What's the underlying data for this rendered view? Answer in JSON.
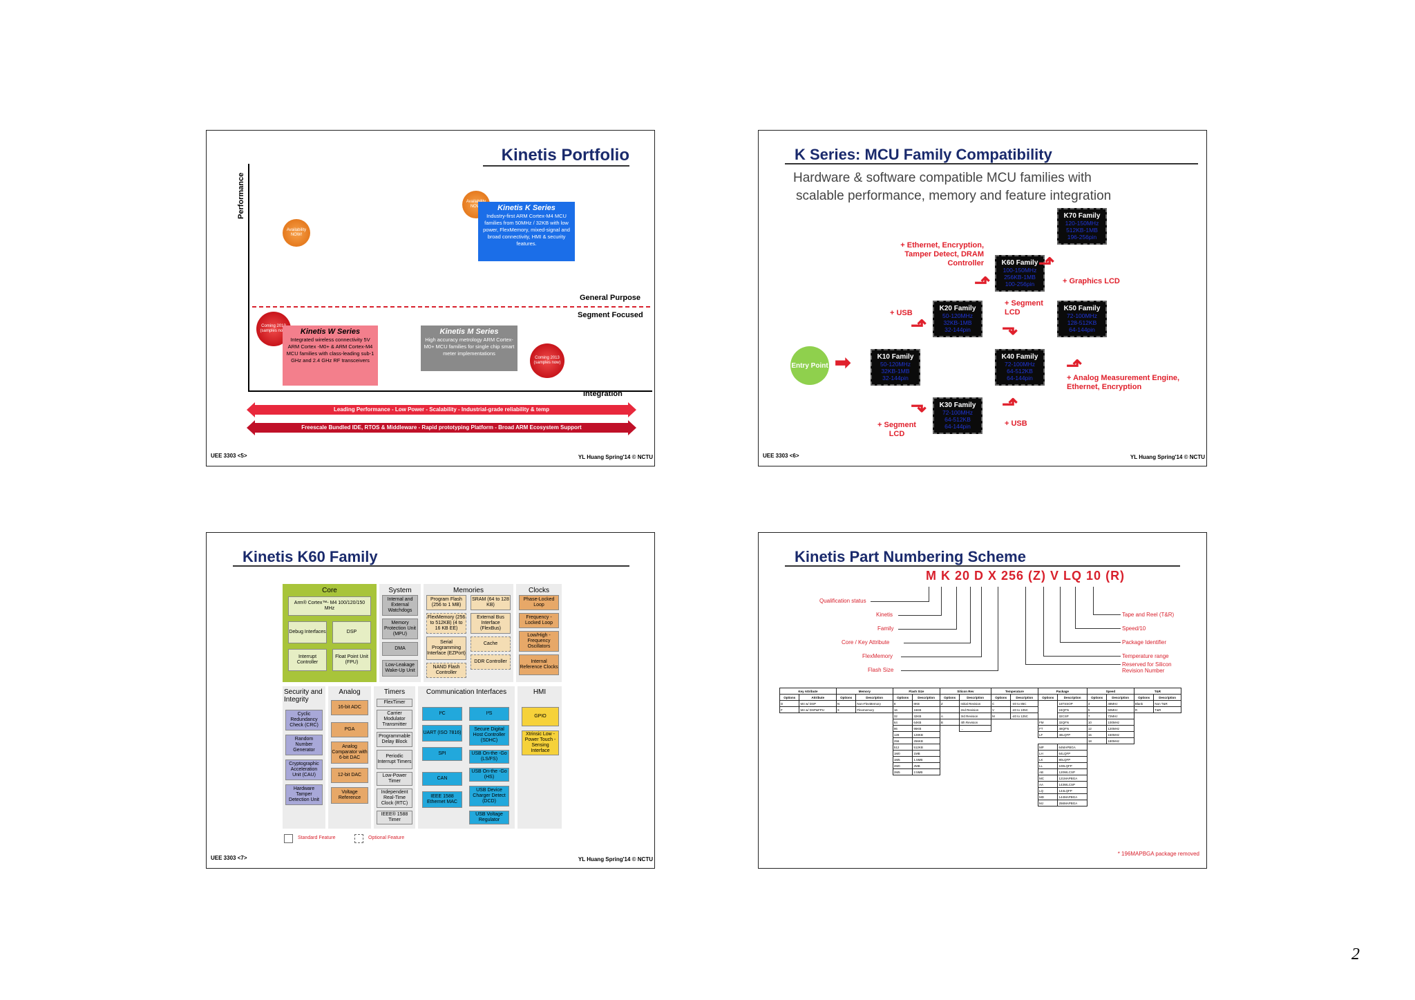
{
  "page_number": "2",
  "slide1": {
    "title": "Kinetis Portfolio",
    "y_axis": "Performance",
    "x_axis": "Integration",
    "general_purpose": "General Purpose",
    "segment_focused": "Segment Focused",
    "burst_avail_1": "Availability NOW!",
    "burst_avail_2": "Availability NOW!",
    "burst_coming_1": "Coming 2013 (samples now)",
    "burst_coming_2": "Coming 2013 (samples now)",
    "k_series_title": "Kinetis K Series",
    "k_series_text": "Industry-first ARM Cortex-M4 MCU families from 50MHz / 32KB with low power, FlexMemory, mixed-signal and broad connectivity, HMI & security features.",
    "w_series_title": "Kinetis W Series",
    "w_series_text": "Integrated wireless connectivity 5V ARM Cortex -M0+ & ARM Cortex-M4 MCU families with class-leading sub-1 GHz and 2.4 GHz RF transceivers",
    "m_series_title": "Kinetis M Series",
    "m_series_text": "High accuracy metrology ARM Cortex-M0+ MCU families for single chip smart meter implementations",
    "bar1": "Leading Performance - Low Power - Scalability - Industrial-grade reliability & temp",
    "bar2": "Freescale Bundled IDE, RTOS & Middleware - Rapid prototyping Platform - Broad ARM Ecosystem Support",
    "footer_left": "UEE 3303 <5>",
    "footer_right": "YL Huang Spring'14 © NCTU"
  },
  "slide2": {
    "title": "K Series: MCU Family Compatibility",
    "subtitle1": "Hardware & software compatible MCU families with",
    "subtitle2": "scalable performance, memory and feature integration",
    "entry": "Entry Point",
    "chips": {
      "k70": {
        "name": "K70 Family",
        "l1": "120-150MHz",
        "l2": "512KB-1MB",
        "l3": "196-256pin"
      },
      "k60": {
        "name": "K60 Family",
        "l1": "100-150MHz",
        "l2": "256KB-1MB",
        "l3": "100-256pin"
      },
      "k20": {
        "name": "K20 Family",
        "l1": "50-120MHz",
        "l2": "32KB-1MB",
        "l3": "32-144pin"
      },
      "k50": {
        "name": "K50 Family",
        "l1": "72-100MHz",
        "l2": "128-512KB",
        "l3": "64-144pin"
      },
      "k10": {
        "name": "K10 Family",
        "l1": "50-120MHz",
        "l2": "32KB-1MB",
        "l3": "32-144pin"
      },
      "k40": {
        "name": "K40 Family",
        "l1": "72-100MHz",
        "l2": "64-512KB",
        "l3": "64-144pin"
      },
      "k30": {
        "name": "K30 Family",
        "l1": "72-100MHz",
        "l2": "64-512KB",
        "l3": "64-144pin"
      }
    },
    "ann_ethernet": "+ Ethernet, Encryption, Tamper Detect, DRAM Controller",
    "ann_graphics": "+ Graphics LCD",
    "ann_usb1": "+ USB",
    "ann_seg1": "+ Segment LCD",
    "ann_analog": "+ Analog Measurement Engine, Ethernet, Encryption",
    "ann_seg2": "+ Segment LCD",
    "ann_usb2": "+ USB",
    "footer_left": "UEE 3303 <6>",
    "footer_right": "YL Huang Spring'14 © NCTU"
  },
  "slide3": {
    "title": "Kinetis K60 Family",
    "core": "Core",
    "core_items": [
      "Arm® Cortex™- M4 100/120/150 MHz",
      "Debug Interfaces",
      "DSP",
      "Interrupt Controller",
      "Float Point Unit (FPU)"
    ],
    "system": "System",
    "system_items": [
      "Internal and External Watchdogs",
      "Memory Protection Unit (MPU)",
      "DMA",
      "Low-Leakage Wake-Up Unit"
    ],
    "memories": "Memories",
    "memory_items": [
      "Program Flash (256 to 1 MB)",
      "SRAM (64 to 128 KB)",
      "FlexMemory (256 to 512KB) (4 to 16 KB EE)",
      "External Bus Interface (FlexBus)",
      "Serial Programming Interface (EZPort)",
      "Cache",
      "NAND Flash Controller",
      "DDR Controller"
    ],
    "clocks": "Clocks",
    "clock_items": [
      "Phase-Locked Loop",
      "Frequency -Locked Loop",
      "Low/High -Frequency Oscillators",
      "Internal Reference Clocks"
    ],
    "security": "Security and Integrity",
    "security_items": [
      "Cyclic Redundancy Check (CRC)",
      "Random Number Generator",
      "Cryptographic Acceleration Unit (CAU)",
      "Hardware Tamper Detection Unit"
    ],
    "analog": "Analog",
    "analog_items": [
      "16-bit ADC",
      "PGA",
      "Analog Comparator with 6-bit DAC",
      "12-bit DAC",
      "Voltage Reference"
    ],
    "timers": "Timers",
    "timer_items": [
      "FlexTimer",
      "Carrier Modulator Transmitter",
      "Programmable Delay Block",
      "Periodic Interrupt Timers",
      "Low-Power Timer",
      "Independent Real-Time Clock (RTC)",
      "IEEE® 1588 Timer"
    ],
    "comm": "Communication Interfaces",
    "comm_items": [
      "I²C",
      "I²S",
      "UART (ISO 7816)",
      "Secure Digital Host Controller (SDHC)",
      "SPI",
      "USB On-the -Go (LS/FS)",
      "CAN",
      "USB On-the -Go (HS)",
      "IEEE 1588 Ethernet MAC",
      "USB Device Charger Detect (DCD)",
      "USB Voltage Regulator"
    ],
    "hmi": "HMI",
    "hmi_items": [
      "GPIO",
      "Xtrinsic Low -Power Touch -Sensing Interface"
    ],
    "legend_std": "Standard Feature",
    "legend_opt": "Optional Feature",
    "footer_left": "UEE 3303 <7>",
    "footer_right": "YL Huang Spring'14 © NCTU"
  },
  "slide4": {
    "title": "Kinetis Part Numbering Scheme",
    "part_number": "M K 20 D X 256 (Z) V LQ 10 (R)",
    "labels_left": [
      "Qualification status",
      "Kinetis",
      "Family",
      "Core / Key Attribute",
      "FlexMemory",
      "Flash Size"
    ],
    "labels_right": [
      "Tape and Reel (T&R)",
      "Speed/10",
      "Package Identifier",
      "Temperature range",
      "Reserved for Silicon Revision Number"
    ],
    "table_groups": [
      "Key Attribute",
      "Memory",
      "Flash Size",
      "Silicon Rev",
      "Temperature",
      "Package",
      "Speed",
      "T&R"
    ],
    "table_header": [
      "Options",
      "Attribute",
      "Options",
      "Description",
      "Options",
      "Description",
      "Options",
      "Description",
      "Options",
      "Description",
      "Options",
      "Description",
      "Options",
      "Description",
      "Options",
      "Description"
    ],
    "table_rows": [
      [
        "D",
        "M4 w/ DSP",
        "N",
        "Non-FlexMemory",
        "8",
        "8KB",
        "Z",
        "Initial Revision",
        "C",
        "-40 to 85C",
        "",
        "16TSSOP",
        "4",
        "48MHz",
        "Blank",
        "Non T&R"
      ],
      [
        "F",
        "M4 w/ DSP&FPU",
        "X",
        "Flexmemory",
        "16",
        "16KB",
        "",
        "2nd Revision",
        "V",
        "-40 to 105C",
        "",
        "24QFN",
        "5",
        "50MHz",
        "R",
        "T&R"
      ],
      [
        "",
        "",
        "",
        "",
        "32",
        "32KB",
        "A",
        "3rd Revision",
        "M",
        "-40 to 125C",
        "",
        "32CSP",
        "7",
        "72MHz",
        "",
        ""
      ],
      [
        "",
        "",
        "",
        "",
        "64",
        "64KB",
        "B",
        "4th Revision",
        "",
        "",
        "FM",
        "32QFN",
        "10",
        "100MHz",
        "",
        ""
      ],
      [
        "",
        "",
        "",
        "",
        "96",
        "96KB",
        "",
        "...",
        "",
        "",
        "FT",
        "48QFN",
        "12",
        "120MHz",
        "",
        ""
      ],
      [
        "",
        "",
        "",
        "",
        "128",
        "128KB",
        "",
        "",
        "",
        "",
        "LF",
        "48LQFP",
        "15",
        "150MHz",
        "",
        ""
      ],
      [
        "",
        "",
        "",
        "",
        "256",
        "256KB",
        "",
        "",
        "",
        "",
        "",
        "",
        "18",
        "180MHz",
        "",
        ""
      ],
      [
        "",
        "",
        "",
        "",
        "512",
        "512KB",
        "",
        "",
        "",
        "",
        "MP",
        "64MAPBGA",
        "",
        "",
        "",
        ""
      ],
      [
        "",
        "",
        "",
        "",
        "1M0",
        "1MB",
        "",
        "",
        "",
        "",
        "LH",
        "64LQFP",
        "",
        "",
        "",
        ""
      ],
      [
        "",
        "",
        "",
        "",
        "1M5",
        "1.5MB",
        "",
        "",
        "",
        "",
        "LK",
        "80LQFP",
        "",
        "",
        "",
        ""
      ],
      [
        "",
        "",
        "",
        "",
        "2M0",
        "2MB",
        "",
        "",
        "",
        "",
        "LL",
        "100LQFP",
        "",
        "",
        "",
        ""
      ],
      [
        "",
        "",
        "",
        "",
        "2M5",
        "2.5MB",
        "",
        "",
        "",
        "",
        "AB",
        "120WLCSP",
        "",
        "",
        "",
        ""
      ],
      [
        "",
        "",
        "",
        "",
        "",
        "",
        "",
        "",
        "",
        "",
        "MC",
        "121MAPBGA",
        "",
        "",
        "",
        ""
      ],
      [
        "",
        "",
        "",
        "",
        "",
        "",
        "",
        "",
        "",
        "",
        "AA",
        "143WLCSP",
        "",
        "",
        "",
        ""
      ],
      [
        "",
        "",
        "",
        "",
        "",
        "",
        "",
        "",
        "",
        "",
        "LQ",
        "144LQFP",
        "",
        "",
        "",
        ""
      ],
      [
        "",
        "",
        "",
        "",
        "",
        "",
        "",
        "",
        "",
        "",
        "MD",
        "144MAPBGA",
        "",
        "",
        "",
        ""
      ],
      [
        "",
        "",
        "",
        "",
        "",
        "",
        "",
        "",
        "",
        "",
        "MJ",
        "256MAPBGA",
        "",
        "",
        "",
        ""
      ]
    ],
    "note": "* 196MAPBGA package removed"
  }
}
